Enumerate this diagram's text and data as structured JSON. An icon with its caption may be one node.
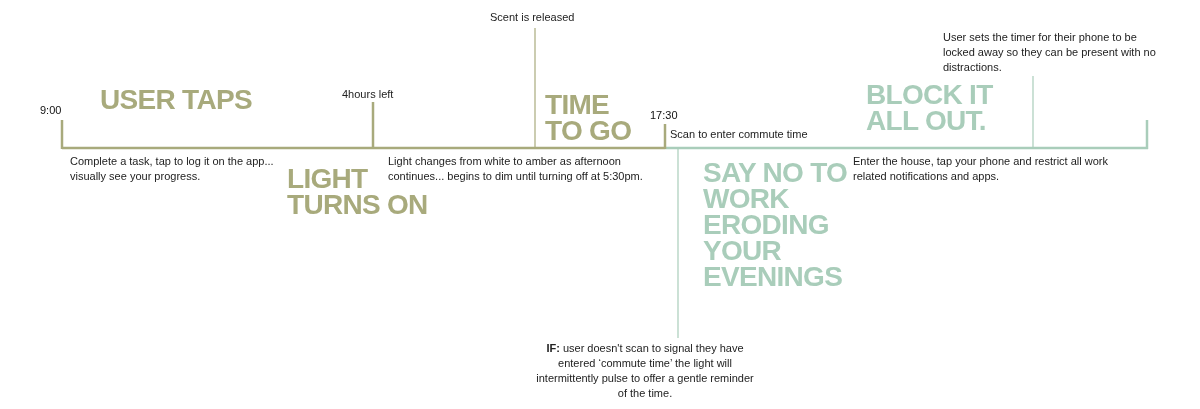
{
  "diagram": {
    "labels": [
      "Scent is released",
      "User sets the timer for their phone to be locked away so they can be present with no distractions.",
      "9:00",
      "USER TAPS",
      "4hours left",
      "TIME TO GO",
      "17:30",
      "BLOCK IT ALL OUT.",
      "Scan to enter commute time",
      "Complete a task, tap to log it on the app... visually see your progress.",
      "Light changes from white to amber as afternoon continues... begins to dim until turning off at 5:30pm.",
      "LIGHT TURNS ON",
      "SAY NO TO WORK ERODING YOUR EVENINGS",
      "Enter the house, tap your phone and restrict all work related notifications and apps.",
      "**IF:** user doesn't scan to signal they have entered ‘commute time’ the light will intermittently pulse to offer a gentle reminder of the time."
    ]
  }
}
